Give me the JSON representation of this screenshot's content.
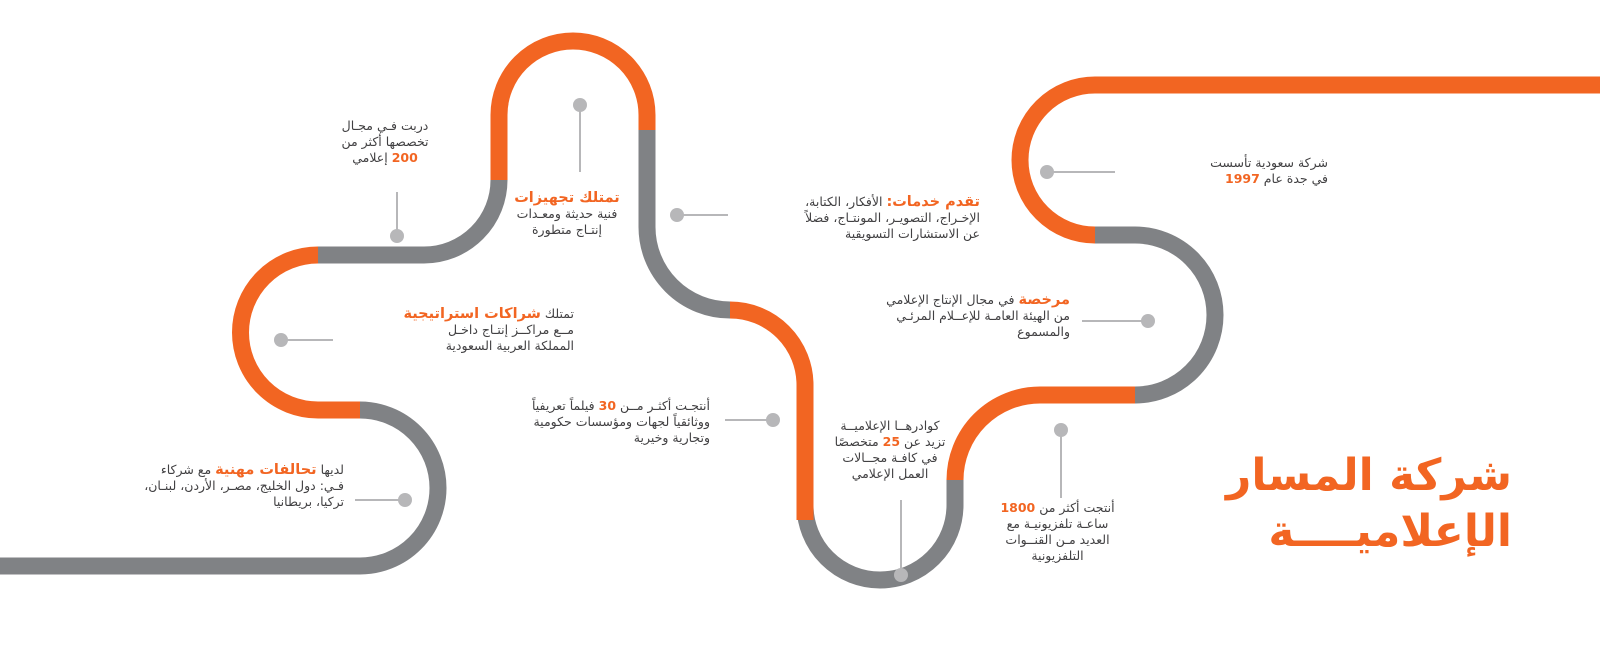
{
  "colors": {
    "accent": "#F26522",
    "path_gray": "#808285",
    "connector": "#B7B7B9",
    "text": "#414042"
  },
  "title": {
    "line1": "شركة المسار",
    "line2": "الإعلاميــــة"
  },
  "milestones": [
    {
      "id": "founded",
      "pre": "شركة سعودية تأسست",
      "line2_pre": "في جدة عام ",
      "highlight": "1997"
    },
    {
      "id": "services",
      "highlight": "تقدم خدمات:",
      "rest1": " الأفكار، الكتابة،",
      "line2": "الإخـراج، التصويـر، المونتـاج، فضلاً",
      "line3": "عن الاستشارات التسويقية"
    },
    {
      "id": "license",
      "highlight": "مرخصة",
      "rest1": " في مجال الإنتاج الإعلامي",
      "line2": "من الهيئة العامـة للإعــلام المرئـي",
      "line3": "والمسموع"
    },
    {
      "id": "tv-hours",
      "line1_pre": "أنتجت أكثر من ",
      "highlight": "1800",
      "line2": "ساعـة تلفزيونيـة مع",
      "line3": "العديد مـن القنــوات",
      "line4": "التلفزيونية"
    },
    {
      "id": "staff",
      "line1": "كوادرهــا الإعلاميــة",
      "line2_pre": "تزيد عن ",
      "highlight": "25",
      "line2_post": " متخصصًا",
      "line3": "في كافـة مجــالات",
      "line4": "العمل الإعلامي"
    },
    {
      "id": "films",
      "line1_pre": "أنتجـت أكثـر مــن ",
      "highlight": "30",
      "line1_post": " فيلماً تعريفياً",
      "line2": "ووثائقياً لجهات ومؤسسات حكومية",
      "line3": "وتجارية وخيرية"
    },
    {
      "id": "equipment",
      "highlight": "تمتلك تجهيزات",
      "line2": "فنية حديثة ومعـدات",
      "line3": "إنتـاج متطورة"
    },
    {
      "id": "trained",
      "line1": "دربت فـي مجـال",
      "line2": "تخصصها أكثر من",
      "highlight": "200",
      "line3_post": " إعلامي"
    },
    {
      "id": "partnerships",
      "line1_pre": "تمتلك ",
      "highlight": "شراكات استراتيجية",
      "line2": "مــع مراكــز إنتـاج داخـل",
      "line3": "المملكة العربية السعودية"
    },
    {
      "id": "alliances",
      "line1_pre": "لديها ",
      "highlight": "تحالفات مهنية",
      "line1_post": " مع شركاء",
      "line2": "فـي: دول الخليج، مصـر، الأردن، لبنـان،",
      "line3": "تركيا، بريطانيا"
    }
  ]
}
